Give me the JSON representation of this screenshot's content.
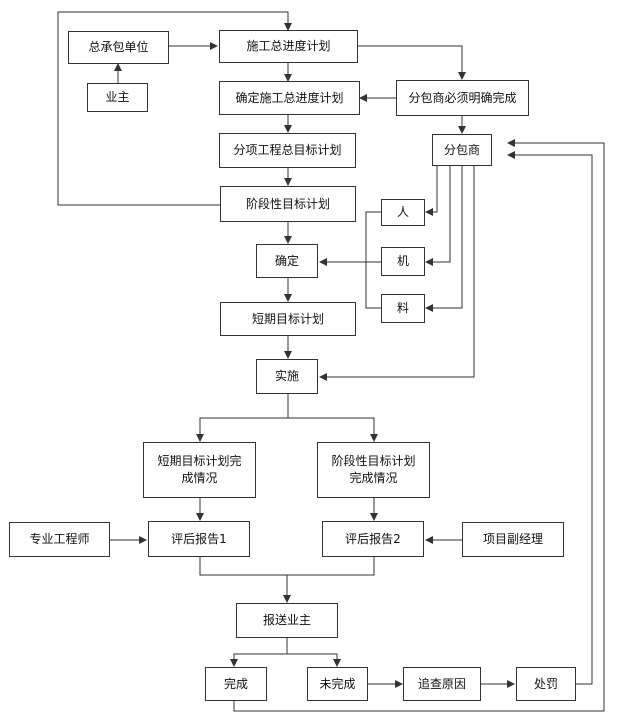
{
  "nodes": {
    "general_contractor": "总承包单位",
    "owner": "业主",
    "master_schedule": "施工总进度计划",
    "confirm_master_schedule": "确定施工总进度计划",
    "subcontractor_must_complete": "分包商必须明确完成",
    "sub_item_target_plan": "分项工程总目标计划",
    "subcontractor": "分包商",
    "phase_target_plan": "阶段性目标计划",
    "labor": "人",
    "confirm": "确定",
    "machinery": "机",
    "materials": "料",
    "short_term_plan": "短期目标计划",
    "implementation": "实施",
    "short_term_status": "短期目标计划完\n成情况",
    "phase_status": "阶段性目标计划\n完成情况",
    "specialist_engineer": "专业工程师",
    "review_report_1": "评后报告1",
    "review_report_2": "评后报告2",
    "deputy_pm": "项目副经理",
    "report_owner": "报送业主",
    "completed": "完成",
    "not_completed": "未完成",
    "investigate_cause": "追查原因",
    "penalty": "处罚"
  },
  "colors": {
    "line": "#333333",
    "box_border": "#333333",
    "text": "#111111"
  }
}
